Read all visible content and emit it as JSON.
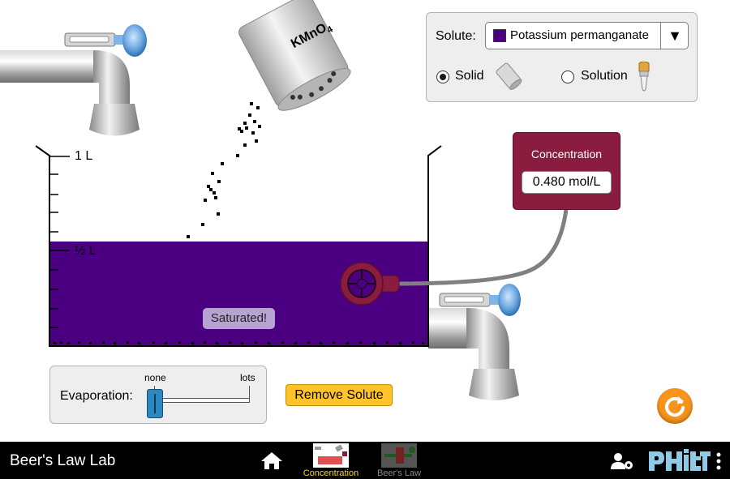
{
  "solute_panel": {
    "label": "Solute:",
    "selected": "Potassium permanganate",
    "selected_color": "#4b0082",
    "form_solid": "Solid",
    "form_solution": "Solution",
    "selected_form": "Solid"
  },
  "shaker": {
    "label": "KMnO",
    "subscript": "4"
  },
  "beaker": {
    "tick_1L": "1 L",
    "tick_half": "½ L",
    "solution_color": "#4b0082",
    "saturated_label": "Saturated!"
  },
  "meter": {
    "title": "Concentration",
    "value": "0.480 mol/L"
  },
  "evaporation": {
    "label": "Evaporation:",
    "min_label": "none",
    "max_label": "lots",
    "level": 0
  },
  "remove_solute_label": "Remove Solute",
  "navbar": {
    "app_title": "Beer's Law Lab",
    "tabs": [
      {
        "label": "Concentration",
        "active": true
      },
      {
        "label": "Beer's Law",
        "active": false
      }
    ]
  },
  "icons": {
    "home": "home-icon",
    "reset": "reset-icon",
    "user": "user-settings-icon",
    "phet": "phet-logo",
    "menu": "kebab-menu-icon",
    "probe": "probe-crosshair-icon"
  },
  "colors": {
    "accent_active_tab": "#f7d32e",
    "reset": "#f7941d",
    "meter": "#8a1d3f",
    "button": "#fec42a"
  }
}
